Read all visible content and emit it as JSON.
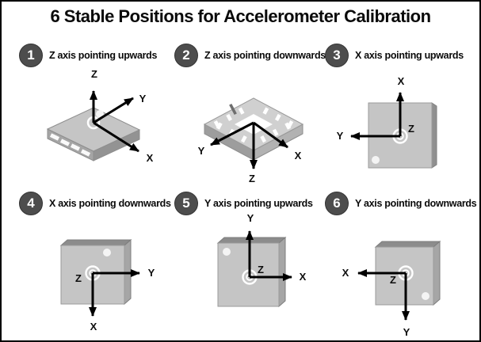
{
  "title": "6 Stable Positions for Accelerometer Calibration",
  "colors": {
    "badge": "#4d4d4d",
    "chip_face": "#c5c5c5",
    "chip_side": "#9d9d9d",
    "arrow": "#000000",
    "background": "#ffffff",
    "border": "#000000"
  },
  "positions": [
    {
      "number": "1",
      "label": "Z axis pointing upwards",
      "view": "isometric-top",
      "axes": {
        "up": "Z",
        "upper_right": "Y",
        "lower_right": "X"
      }
    },
    {
      "number": "2",
      "label": "Z axis pointing downwards",
      "view": "isometric-bottom",
      "axes": {
        "lower_left": "Y",
        "lower_right": "X",
        "down": "Z"
      }
    },
    {
      "number": "3",
      "label": "X axis pointing upwards",
      "view": "front",
      "axes": {
        "up": "X",
        "left": "Y",
        "center": "Z"
      }
    },
    {
      "number": "4",
      "label": "X axis pointing downwards",
      "view": "front",
      "axes": {
        "right": "Y",
        "down": "X",
        "center": "Z"
      }
    },
    {
      "number": "5",
      "label": "Y axis pointing upwards",
      "view": "front",
      "axes": {
        "up": "Y",
        "right": "X",
        "center": "Z"
      }
    },
    {
      "number": "6",
      "label": "Y axis pointing downwards",
      "view": "front",
      "axes": {
        "left": "X",
        "down": "Y",
        "center": "Z"
      }
    }
  ]
}
